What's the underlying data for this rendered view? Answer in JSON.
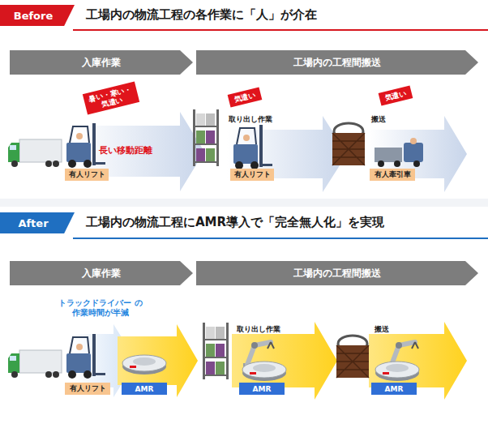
{
  "diagram": {
    "nodes": [
      {
        "text": [
          "Before"
        ]
      },
      {
        "text": [
          "入庫作業"
        ]
      },
      {
        "text": [
          "工場内の工程間搬送"
        ]
      },
      {
        "text": [
          "暑い・寒い・ 気遣い"
        ]
      },
      {
        "text": [
          "有人リフト"
        ]
      },
      {
        "text": [
          "気遣い"
        ]
      },
      {
        "text": [
          "有人リフト"
        ]
      },
      {
        "text": [
          "気遣い"
        ]
      },
      {
        "text": [
          "有人牽引車"
        ]
      },
      {
        "text": [
          "After"
        ]
      },
      {
        "text": [
          "入庫作業"
        ]
      },
      {
        "text": [
          "工場内の工程間搬送"
        ]
      },
      {
        "text": [
          "有人リフト"
        ]
      },
      {
        "text": [
          "AMR"
        ]
      },
      {
        "text": [
          "AMR"
        ]
      },
      {
        "text": [
          "AMR"
        ]
      }
    ],
    "labels": [
      "工場内の物流工程の各作業に「人」が介在",
      "長い移動距離",
      "取り出し作業",
      "搬送",
      "工場内の物流工程にAMR導入で「完全無人化」を実現",
      "トラックドライバー の作業時間が半減",
      "取り出し作業",
      "搬送"
    ]
  }
}
